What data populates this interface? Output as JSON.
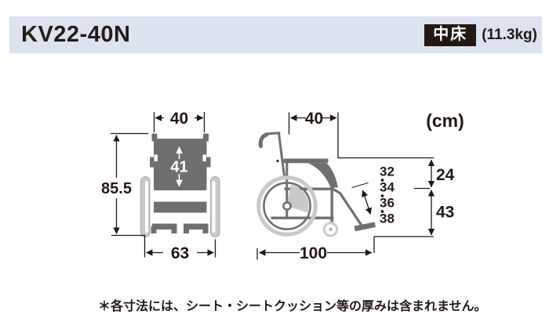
{
  "header": {
    "model": "KV22-40N",
    "badge_label": "中床",
    "weight": "(11.3kg)"
  },
  "diagram": {
    "unit": "(cm)",
    "front_view": {
      "seat_width": "40",
      "backrest_height": "41",
      "overall_height": "85.5",
      "overall_width": "63"
    },
    "side_view": {
      "seat_depth": "40",
      "seat_to_armrest_height": "24",
      "floor_to_seat_height": "43",
      "overall_length": "100",
      "footrest_lengths": [
        "32",
        "34",
        "36",
        "38"
      ]
    }
  },
  "footnote": "＊各寸法には、シート・シートクッション等の厚みは含まれません。",
  "colors": {
    "header_bg": "#dce2f0",
    "badge_bg": "#231815",
    "text": "#231815",
    "frame_gray": "#6f6f6f",
    "wheel_gray": "#c9c9c9",
    "dimension_line": "#231815"
  }
}
